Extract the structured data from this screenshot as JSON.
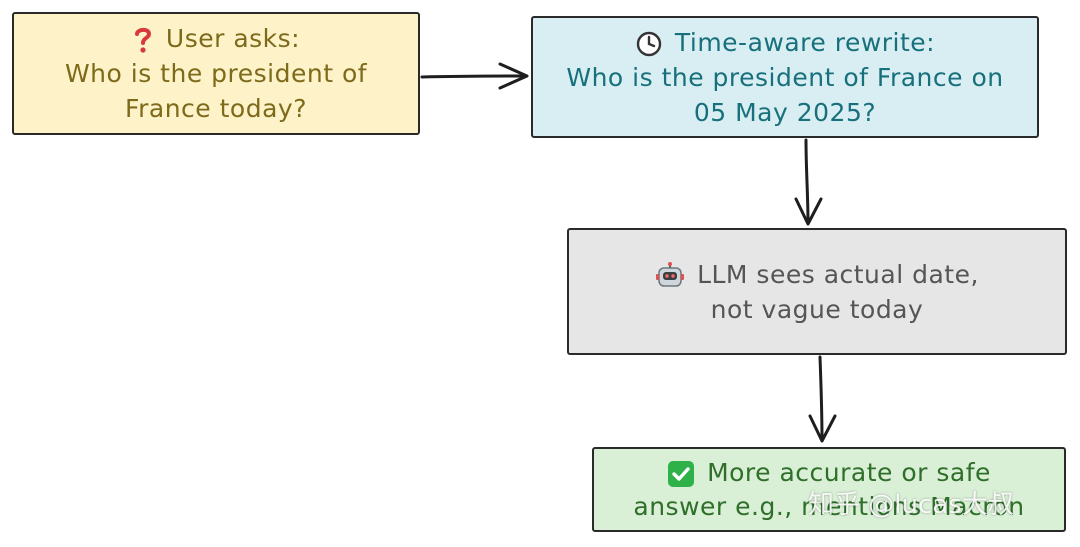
{
  "nodes": {
    "user": {
      "lines": [
        "User asks:",
        "Who is the president of",
        "France today?"
      ],
      "icon": "question-mark-icon",
      "fill": "#fdf2c8",
      "text_color": "#7d6a1a"
    },
    "rewrite": {
      "lines": [
        "Time-aware rewrite:",
        "Who is the president of France on",
        "05 May 2025?"
      ],
      "icon": "clock-icon",
      "fill": "#d8eef2",
      "text_color": "#17707c"
    },
    "llm": {
      "lines": [
        "LLM sees actual date,",
        "not vague today"
      ],
      "icon": "robot-icon",
      "fill": "#e6e6e6",
      "text_color": "#555555"
    },
    "answer": {
      "lines": [
        "More accurate or safe",
        "answer e.g., mentions Macron"
      ],
      "icon": "check-mark-icon",
      "fill": "#d9efd6",
      "text_color": "#2f6f2a"
    }
  },
  "edges": [
    {
      "from": "user",
      "to": "rewrite"
    },
    {
      "from": "rewrite",
      "to": "llm"
    },
    {
      "from": "llm",
      "to": "answer"
    }
  ],
  "watermark": "知乎 @lucas大叔"
}
